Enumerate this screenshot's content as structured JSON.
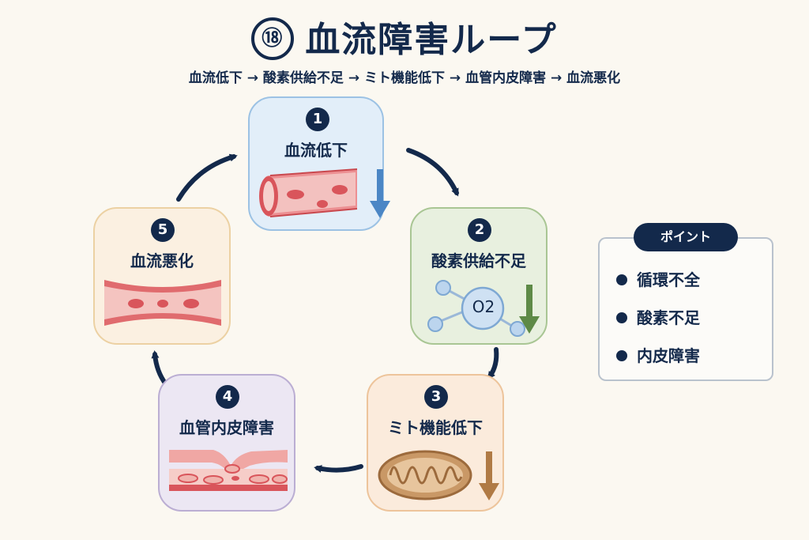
{
  "title": {
    "number": "⑱",
    "text": "血流障害ループ"
  },
  "subtitle": "血流低下 → 酸素供給不足 → ミト機能低下 → 血管内皮障害 → 血流悪化",
  "steps": [
    {
      "number": "1",
      "label": "血流低下",
      "icon": "blood-vessel-icon",
      "trend": "down",
      "color": "#4b86c5"
    },
    {
      "number": "2",
      "label": "酸素供給不足",
      "icon": "oxygen-molecule-icon",
      "icon_text": "O2",
      "trend": "down",
      "color": "#5e8a47"
    },
    {
      "number": "3",
      "label": "ミト機能低下",
      "icon": "mitochondria-icon",
      "trend": "down",
      "color": "#b07a45"
    },
    {
      "number": "4",
      "label": "血管内皮障害",
      "icon": "damaged-endothelium-icon"
    },
    {
      "number": "5",
      "label": "血流悪化",
      "icon": "narrowed-vessel-icon"
    }
  ],
  "points": {
    "heading": "ポイント",
    "items": [
      "循環不全",
      "酸素不足",
      "内皮障害"
    ]
  },
  "colors": {
    "primary": "#13294b",
    "blood": "#d9555b"
  }
}
